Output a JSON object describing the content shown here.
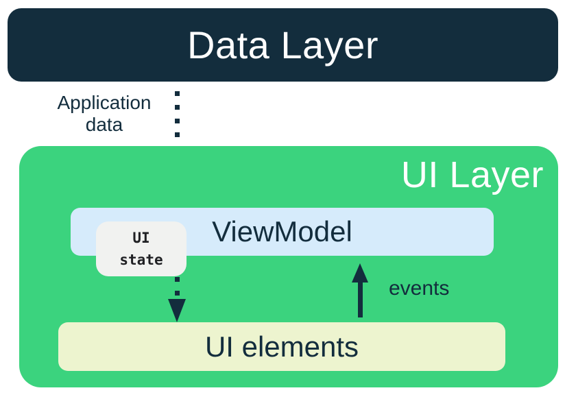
{
  "diagram": {
    "title_context": "Android app architecture: data flow between Data Layer and UI Layer",
    "data_layer": {
      "label": "Data Layer"
    },
    "ui_layer": {
      "label": "UI Layer"
    },
    "viewmodel": {
      "label": "ViewModel"
    },
    "ui_state_badge": {
      "label": "UI\nstate"
    },
    "ui_elements": {
      "label": "UI elements"
    },
    "arrows": {
      "application_data": {
        "label": "Application data",
        "style": "dotted",
        "direction": "down",
        "from": "Data Layer",
        "to": "ViewModel"
      },
      "ui_state_flow": {
        "label": "",
        "style": "dotted",
        "direction": "down",
        "from": "ViewModel (UI state)",
        "to": "UI elements"
      },
      "events": {
        "label": "events",
        "style": "solid",
        "direction": "up",
        "from": "UI elements",
        "to": "ViewModel"
      }
    }
  },
  "colors": {
    "navy": "#132D3D",
    "green": "#3BD37E",
    "light_blue": "#D6EBFB",
    "pale_yellow": "#EDF4CF",
    "badge_bg": "#F1F2F0",
    "badge_text": "#202124",
    "white_text": "#FFFFFF",
    "page_bg": "#FFFFFF"
  }
}
